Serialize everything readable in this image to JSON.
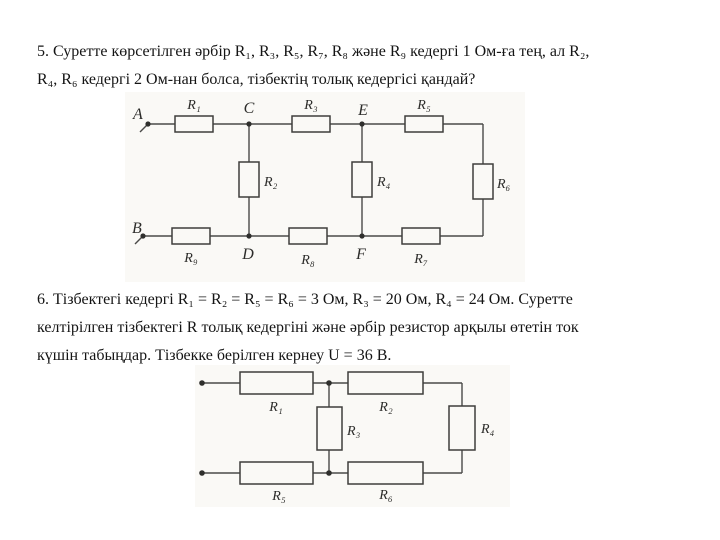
{
  "problem5": {
    "lines": [
      "5. Суретте көрсетілген әрбір R₁, R₃, R₅, R₇, R₈ және R₉ кедергі 1 Ом-ға тең, ал R₂,",
      "R₄, R₆ кедергі 2 Ом-нан болса, тізбектің толық кедергісі қандай?"
    ],
    "circuit": {
      "labels": {
        "A": "A",
        "B": "B",
        "C": "C",
        "D": "D",
        "E": "E",
        "F": "F",
        "R1": "R₁",
        "R2": "R₂",
        "R3": "R₃",
        "R4": "R₄",
        "R5": "R₅",
        "R6": "R₆",
        "R7": "R₇",
        "R8": "R₈",
        "R9": "R₉"
      }
    }
  },
  "problem6": {
    "lines": [
      "6. Тізбектегі кедергі R₁ = R₂ = R₅ = R₆ = 3 Ом, R₃ = 20 Ом, R₄ = 24 Ом. Суретте",
      "келтірілген тізбектегі R толық кедергіні және әрбір резистор арқылы өтетін ток",
      "күшін табыңдар. Тізбекке берілген кернеу U = 36 В."
    ],
    "circuit": {
      "labels": {
        "R1": "R₁",
        "R2": "R₂",
        "R3": "R₃",
        "R4": "R₄",
        "R5": "R₅",
        "R6": "R₆"
      }
    }
  }
}
